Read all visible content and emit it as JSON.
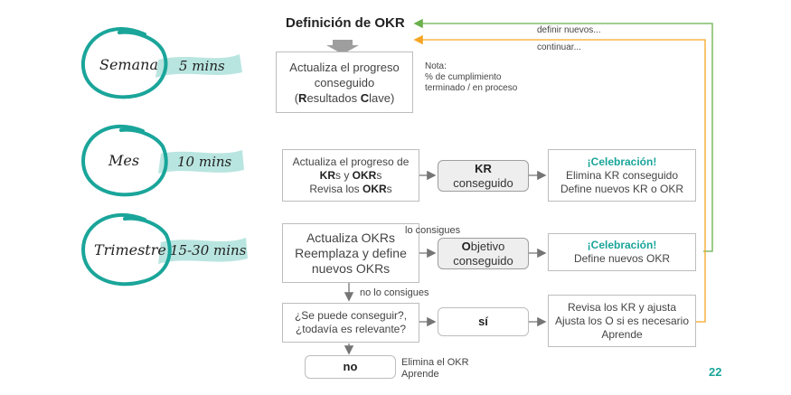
{
  "title": "Definición de OKR",
  "cadences": [
    {
      "period": "Semana",
      "time": "5 mins"
    },
    {
      "period": "Mes",
      "time": "10 mins"
    },
    {
      "period": "Trimestre",
      "time": "15-30 mins"
    }
  ],
  "loop_labels": {
    "new": "definir nuevos...",
    "continue": "continuar..."
  },
  "weekly": {
    "box_line1": "Actualiza el progreso",
    "box_line2": "conseguido",
    "box_line3_open": "(",
    "box_line3_r": "R",
    "box_line3_mid": "esultados ",
    "box_line3_c": "C",
    "box_line3_end": "lave)",
    "note": [
      "Nota:",
      "% de cumplimiento",
      "terminado / en proceso"
    ]
  },
  "monthly": {
    "line1": "Actualiza el progreso de",
    "kr": "KR",
    "s1": "s y ",
    "okr": "OKR",
    "s2": "s",
    "line3_pre": "Revisa los ",
    "line3_okr": "OKR",
    "line3_s": "s",
    "decision_bold": "KR",
    "decision_rest": "conseguido",
    "celebration_title": "¡Celebración!",
    "celebration_lines": [
      "Elimina KR conseguido",
      "Define nuevos KR o OKR"
    ]
  },
  "quarterly": {
    "box_lines": [
      "Actualiza OKRs",
      "Reemplaza y define",
      "nuevos OKRs"
    ],
    "achieved_label": "lo consigues",
    "decision_o": "O",
    "decision_rest1": "bjetivo",
    "decision_rest2": "conseguido",
    "celebration_title": "¡Celebración!",
    "celebration_line": "Define nuevos OKR",
    "not_achieved_label": "no lo consigues",
    "question_lines": [
      "¿Se puede conseguir?,",
      "¿todavía es relevante?"
    ],
    "yes": "sí",
    "review_lines": [
      "Revisa los KR y ajusta",
      "Ajusta los O si es necesario",
      "Aprende"
    ],
    "no": "no",
    "no_note": [
      "Elimina el OKR",
      "Aprende"
    ]
  },
  "page_number": "22",
  "colors": {
    "teal": "#1aa59a",
    "green_line": "#6ab04c",
    "orange_line": "#f5a623",
    "arrow_gray": "#757575"
  }
}
